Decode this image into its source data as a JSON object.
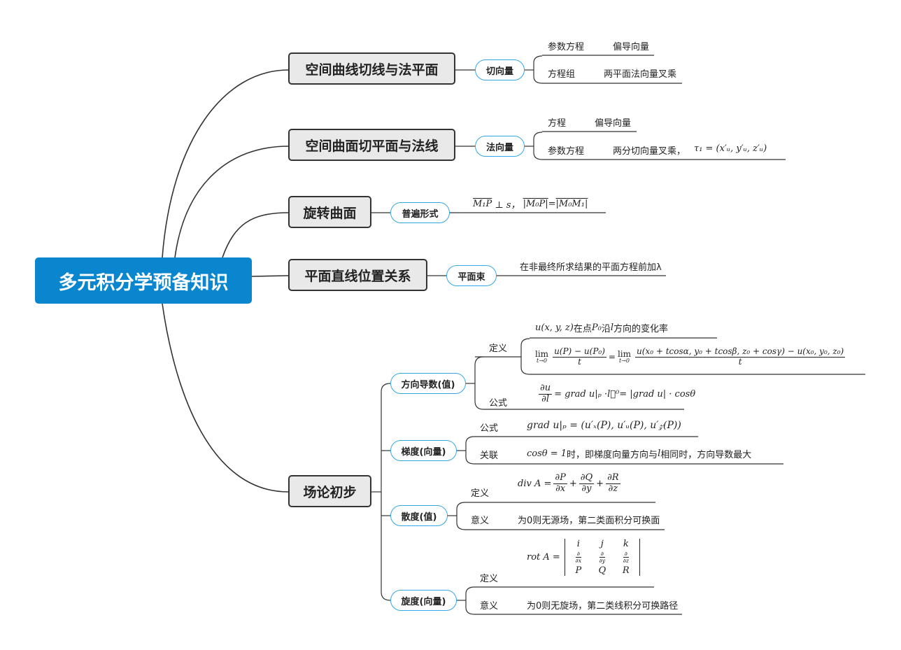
{
  "root": "多元积分学预备知识",
  "topics": [
    {
      "label": "空间曲线切线与法平面",
      "sub": "切向量",
      "rows": [
        [
          "参数方程",
          "偏导向量"
        ],
        [
          "方程组",
          "两平面法向量叉乘"
        ]
      ]
    },
    {
      "label": "空间曲面切平面与法线",
      "sub": "法向量",
      "rows": [
        [
          "方程",
          "偏导向量"
        ],
        [
          "参数方程",
          "两分切向量叉乘，",
          "τ₁ = (x′ᵤ, y′ᵤ, z′ᵤ)"
        ]
      ]
    },
    {
      "label": "旋转曲面",
      "sub": "普遍形式",
      "formula": {
        "a": "M₁P",
        "b": "⊥ s，",
        "c": "|M₀P|",
        "d": " = ",
        "e": "|M₀M₁|"
      }
    },
    {
      "label": "平面直线位置关系",
      "sub": "平面束",
      "text": "在非最终所求结果的平面方程前加λ"
    },
    {
      "label": "场论初步",
      "dirderiv": {
        "label": "方向导数(值)",
        "def": "定义",
        "def_text": {
          "a": "u(x, y, z)",
          "b": " 在点 ",
          "c": "P₀",
          "d": " 沿 ",
          "e": "l",
          "f": " 方向的变化率"
        },
        "lim": {
          "lim": "lim",
          "under": "t→0",
          "n1": "u(P) − u(P₀)",
          "d1": "t",
          "eq": "=",
          "n2": "u(x₀ + tcosα, y₀ + tcosβ, z₀ + cosγ) − u(x₀, y₀, z₀)",
          "d2": "t"
        },
        "formula_label": "公式",
        "formula": {
          "n": "∂u",
          "d": "∂l",
          "rest": "= grad u|ₚ ·l⃗⁰= |grad u| · cosθ"
        }
      },
      "gradient": {
        "label": "梯度(向量)",
        "formula_label": "公式",
        "formula": "grad u|ₚ = (u′ₓ(P), u′ᵤ(P), u′𝓏(P))",
        "rel_label": "关联",
        "rel": {
          "a": "cosθ = 1",
          "b": " 时，即梯度向量方向与 ",
          "c": "l",
          "d": " 相同时，方向导数最大"
        }
      },
      "divergence": {
        "label": "散度(值)",
        "def": "定义",
        "formula": {
          "lhs": "div A =",
          "t1n": "∂P",
          "t1d": "∂x",
          "p1": "+",
          "t2n": "∂Q",
          "t2d": "∂y",
          "p2": "+",
          "t3n": "∂R",
          "t3d": "∂z"
        },
        "meaning_label": "意义",
        "meaning": "为0则无源场，第二类面积分可换面"
      },
      "curl": {
        "label": "旋度(向量)",
        "def": "定义",
        "formula": {
          "lhs": "rot A =",
          "row1": [
            "i",
            "j",
            "k"
          ],
          "row2": [
            [
              "∂",
              "∂x"
            ],
            [
              "∂",
              "∂y"
            ],
            [
              "∂",
              "∂z"
            ]
          ],
          "row3": [
            "P",
            "Q",
            "R"
          ]
        },
        "meaning_label": "意义",
        "meaning": "为0则无旋场，第二类线积分可换路径"
      }
    }
  ],
  "colors": {
    "root": "#0a86cf",
    "pill_border": "#35a7e6",
    "topic_bg": "#e9e9e9",
    "line": "#333333"
  }
}
